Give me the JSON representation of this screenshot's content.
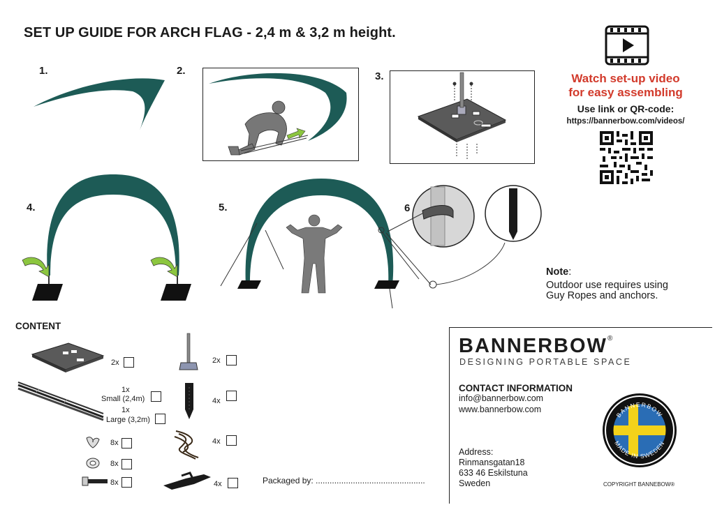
{
  "title": "SET UP GUIDE FOR ARCH FLAG - 2,4 m & 3,2 m height.",
  "steps": [
    "1.",
    "2.",
    "3.",
    "4.",
    "5.",
    "6"
  ],
  "video": {
    "line1": "Watch set-up video",
    "line2": "for easy assembling",
    "link_label": "Use link or QR-code:",
    "url": "https://bannerbow.com/videos/"
  },
  "note": {
    "label": "Note",
    "suffix": ":",
    "line1": "Outdoor use requires using",
    "line2": "Guy Ropes and anchors."
  },
  "content": {
    "title": "CONTENT",
    "items": {
      "base_plate": "2x",
      "pole_small_qty": "1x",
      "pole_small_label": "Small (2,4m)",
      "pole_large_qty": "1x",
      "pole_large_label": "Large (3,2m)",
      "wing_nut": "8x",
      "washer": "8x",
      "bolt": "8x",
      "spigot": "2x",
      "peg": "4x",
      "rope": "4x",
      "clip": "4x"
    }
  },
  "packed_by": "Packaged by: ...............................................",
  "brand": {
    "name": "BANNERBOW",
    "registered": "®",
    "tagline": "DESIGNING PORTABLE SPACE",
    "badge_top": "BANNERBOW",
    "badge_bottom": "MADE IN SWEDEN",
    "copyright": "COPYRIGHT BANNEBOW®"
  },
  "contact": {
    "title": "CONTACT INFORMATION",
    "email": "info@bannerbow.com",
    "web": "www.bannerbow.com",
    "address_label": "Address:",
    "street": "Rinmansgatan18",
    "city": "633 46 Eskilstuna",
    "country": "Sweden"
  },
  "colors": {
    "fabric": "#1d5b56",
    "accent_red": "#d23a2b",
    "arrow_green": "#8cc63f",
    "sweden_blue": "#2a6db5",
    "sweden_yellow": "#f3d21a"
  }
}
